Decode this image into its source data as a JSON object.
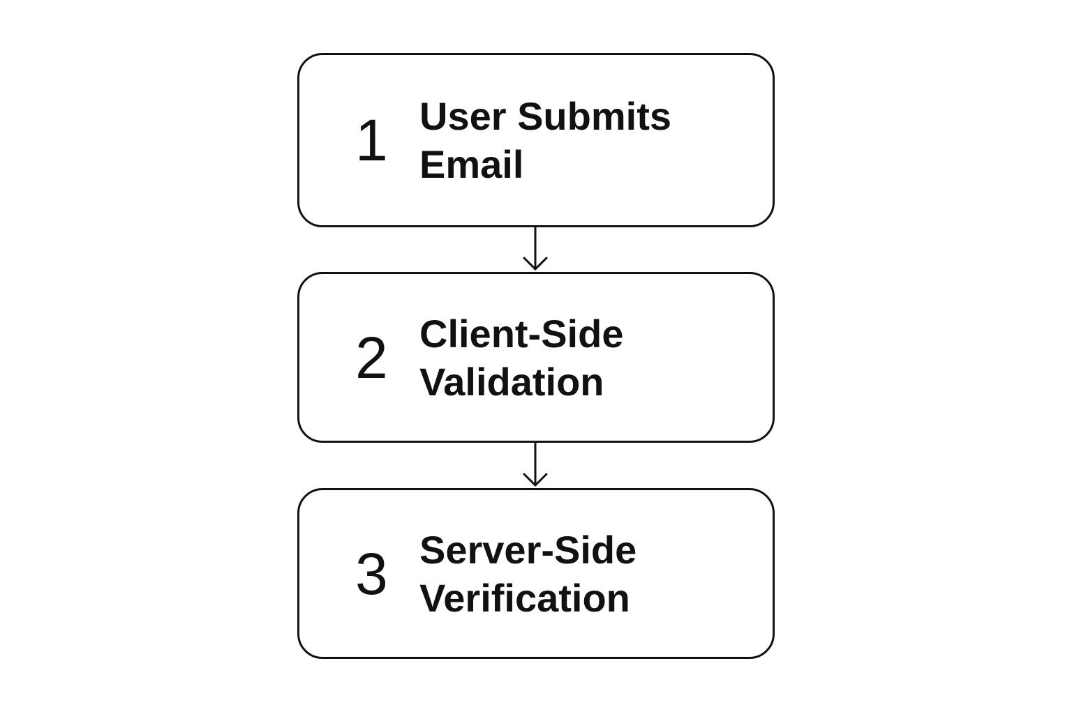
{
  "steps": [
    {
      "number": "1",
      "label_lines": [
        "User Submits",
        "Email"
      ]
    },
    {
      "number": "2",
      "label_lines": [
        "Client-Side",
        "Validation"
      ]
    },
    {
      "number": "3",
      "label_lines": [
        "Server-Side",
        "Verification"
      ]
    }
  ],
  "colors": {
    "stroke": "#111111",
    "text": "#111111",
    "background": "#ffffff"
  }
}
